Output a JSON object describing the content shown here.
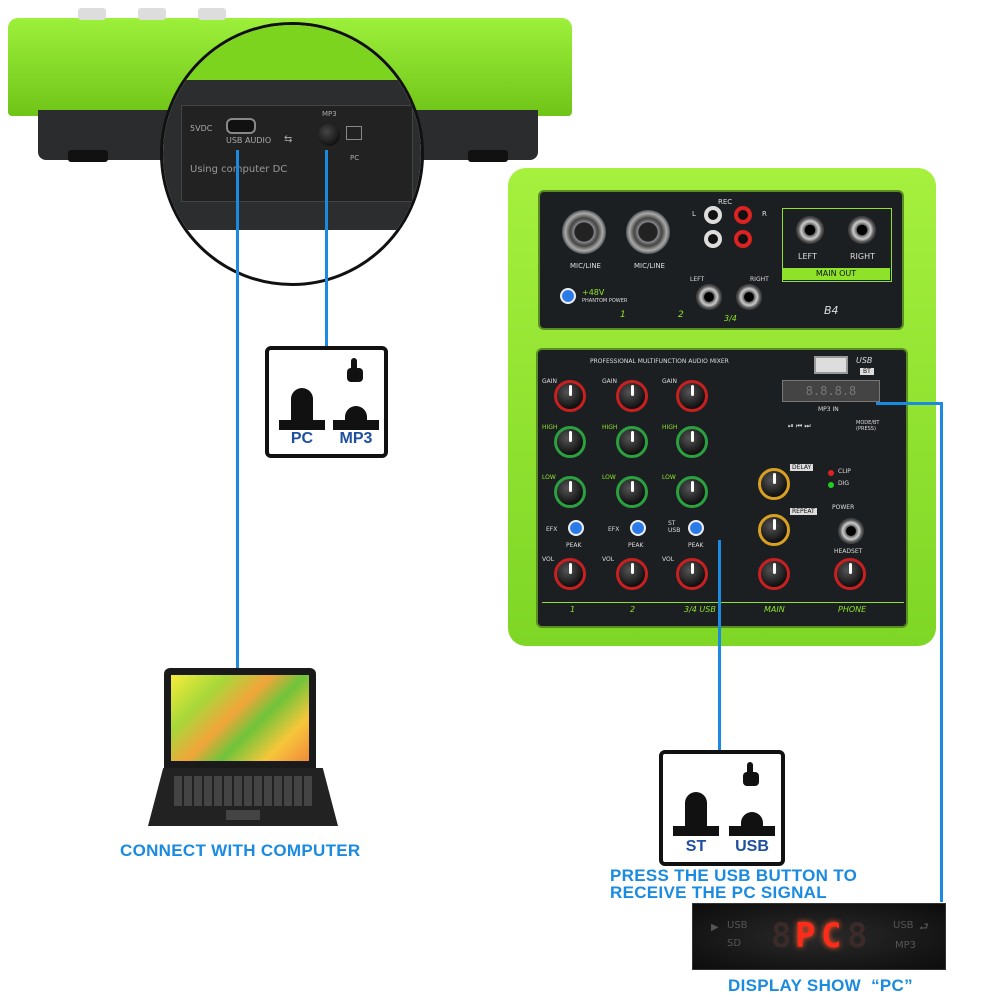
{
  "top_device": {
    "port_labels": [
      "5VDC",
      "USB AUDIO",
      "Using computer DC",
      "MP3",
      "PC"
    ]
  },
  "pc_mp3_switch": {
    "left_label": "PC",
    "right_label": "MP3"
  },
  "laptop": {
    "caption": "CONNECT WITH COMPUTER"
  },
  "mixer": {
    "top_panel": {
      "rec": "REC",
      "l": "L",
      "r": "R",
      "left": "LEFT",
      "right": "RIGHT",
      "mic_line": "MIC/LINE",
      "phantom": "+48V",
      "phantom_power": "PHANTOM POWER",
      "ch1": "1",
      "ch2": "2",
      "ch34": "3/4",
      "out_left": "LEFT",
      "out_right": "RIGHT",
      "main_out": "MAIN OUT",
      "model": "B4"
    },
    "bottom_panel": {
      "title": "PROFESSIONAL MULTIFUNCTION AUDIO MIXER",
      "usb": "USB",
      "bt": "BT",
      "gain": "GAIN",
      "high": "HIGH",
      "low": "LOW",
      "efx": "EFX",
      "peak": "PEAK",
      "vol": "VOL",
      "st_usb": "ST\nUSB",
      "delay": "DELAY",
      "repeat": "REPEAT",
      "clip": "CLIP",
      "dig": "DIG",
      "power": "POWER",
      "headset": "HEADSET",
      "mp3_in": "MP3 IN",
      "mode_bt": "MODE/BT (PRESS)",
      "footer_channels": [
        "1",
        "2",
        "3/4 USB",
        "MAIN",
        "PHONE"
      ]
    }
  },
  "st_usb_switch": {
    "left_label": "ST",
    "right_label": "USB",
    "caption_line1": "PRESS THE USB BUTTON TO",
    "caption_line2": "RECEIVE THE PC SIGNAL"
  },
  "display": {
    "left_labels": [
      "USB",
      "SD"
    ],
    "right_labels": [
      "USB",
      "MP3"
    ],
    "digits": [
      "8",
      "P",
      "C",
      "8"
    ],
    "caption": "DISPLAY SHOW  “PC”"
  },
  "colors": {
    "accent_blue": "#1a8be0",
    "device_green": "#8ee22a",
    "panel_dark": "#1c1f22",
    "switch_label": "#1e4fa0",
    "led_red": "#ff2b1a"
  }
}
